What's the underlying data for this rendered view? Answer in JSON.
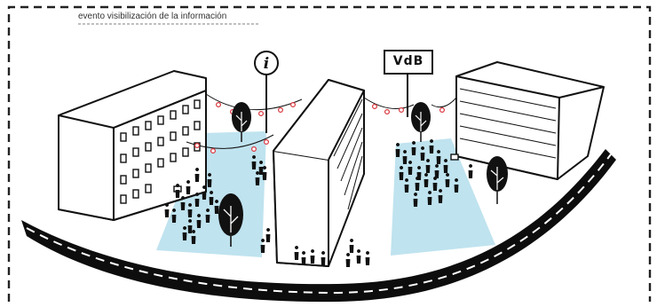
{
  "caption": "evento visibilización de la información",
  "signs": {
    "info": "i",
    "billboard": "VdB"
  },
  "colors": {
    "projection": "#bfe3ef",
    "line": "#111111",
    "lantern": "#d9363e",
    "road": "#0d0d0d",
    "road_marking": "#ffffff"
  }
}
